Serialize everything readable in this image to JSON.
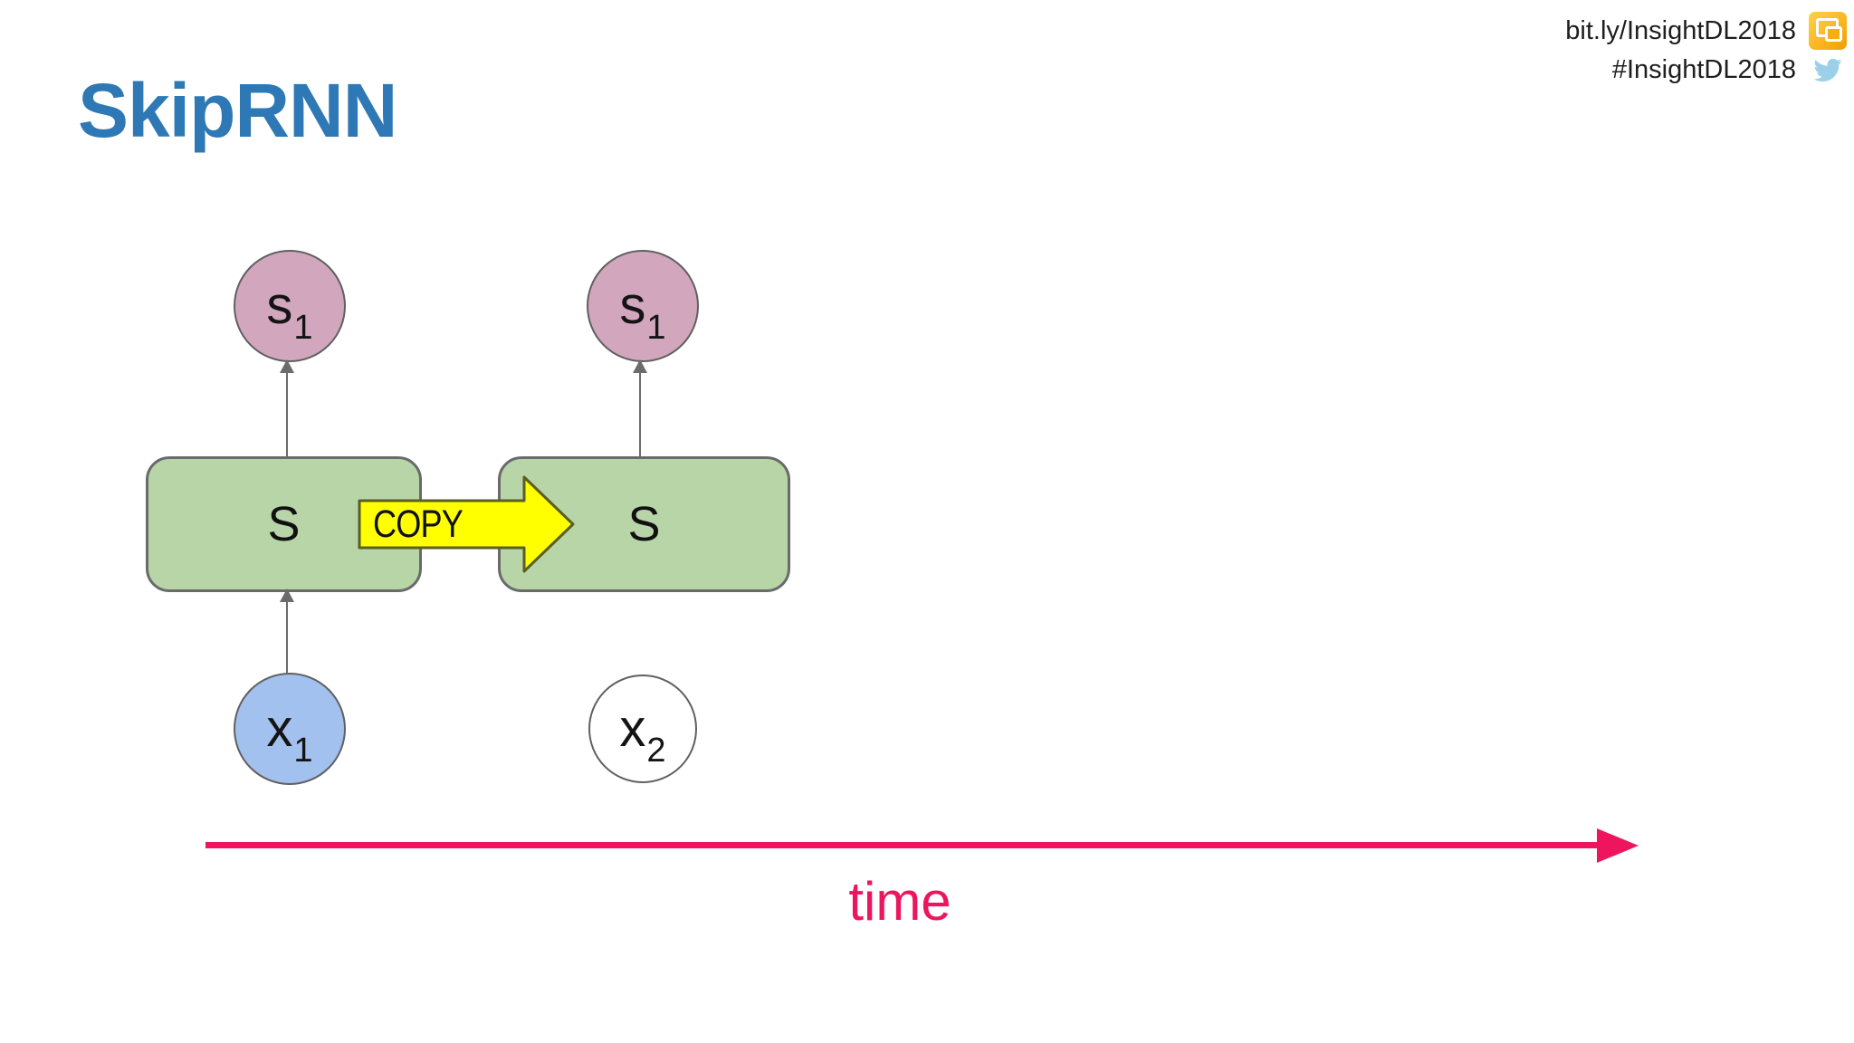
{
  "slide": {
    "title": "SkipRNN"
  },
  "header": {
    "link": "bit.ly/InsightDL2018",
    "hashtag": "#InsightDL2018"
  },
  "diagram": {
    "state_left": {
      "base": "s",
      "sub": "1"
    },
    "state_right": {
      "base": "s",
      "sub": "1"
    },
    "cell_left": "S",
    "cell_right": "S",
    "copy_label": "COPY",
    "input_left": {
      "base": "x",
      "sub": "1"
    },
    "input_right": {
      "base": "x",
      "sub": "2"
    },
    "time_label": "time"
  },
  "icons": {
    "slides_icon": "google-slides",
    "twitter_icon": "twitter-bird"
  },
  "colors": {
    "background": "#ffffff",
    "title_blue": "#2e79b5",
    "time_pink": "#ec155e",
    "cell_green_fill": "#b8d5a8",
    "state_pink_fill": "#d2a7bd",
    "input_blue_fill": "#a3c1ef",
    "copy_yellow_fill": "#ffff00",
    "copy_border_olive": "#5b5e20",
    "outline_gray": "#6a6a6a",
    "connector_gray": "#6b6b6b",
    "twitter_blue": "#9bd1e8",
    "slides_orange": "#f9ab00"
  }
}
